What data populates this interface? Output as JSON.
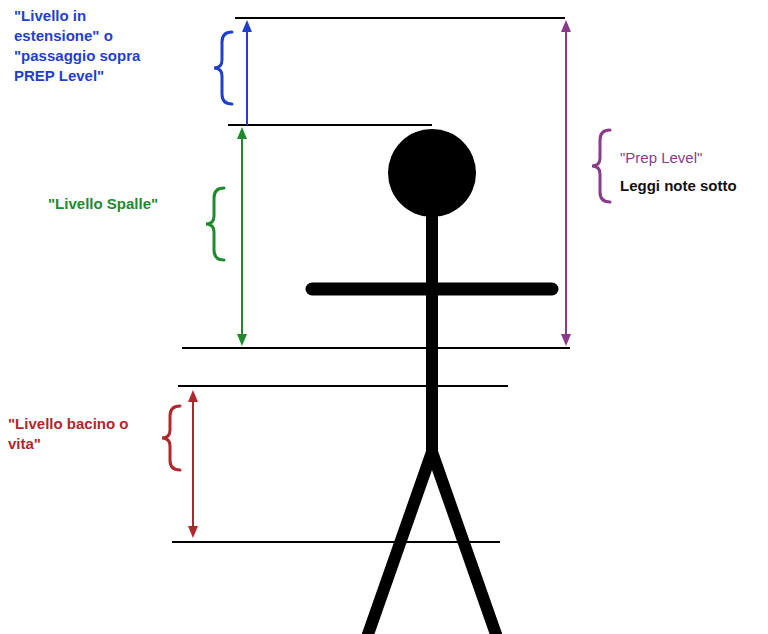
{
  "diagram": {
    "labels": [
      "\"Livello in estensione\" o \"passaggio sopra PREP Level\"",
      "\"Livello Spalle\"",
      "\"Prep Level\"",
      "Leggi note sotto",
      "\"Livello bacino o vita\""
    ]
  }
}
